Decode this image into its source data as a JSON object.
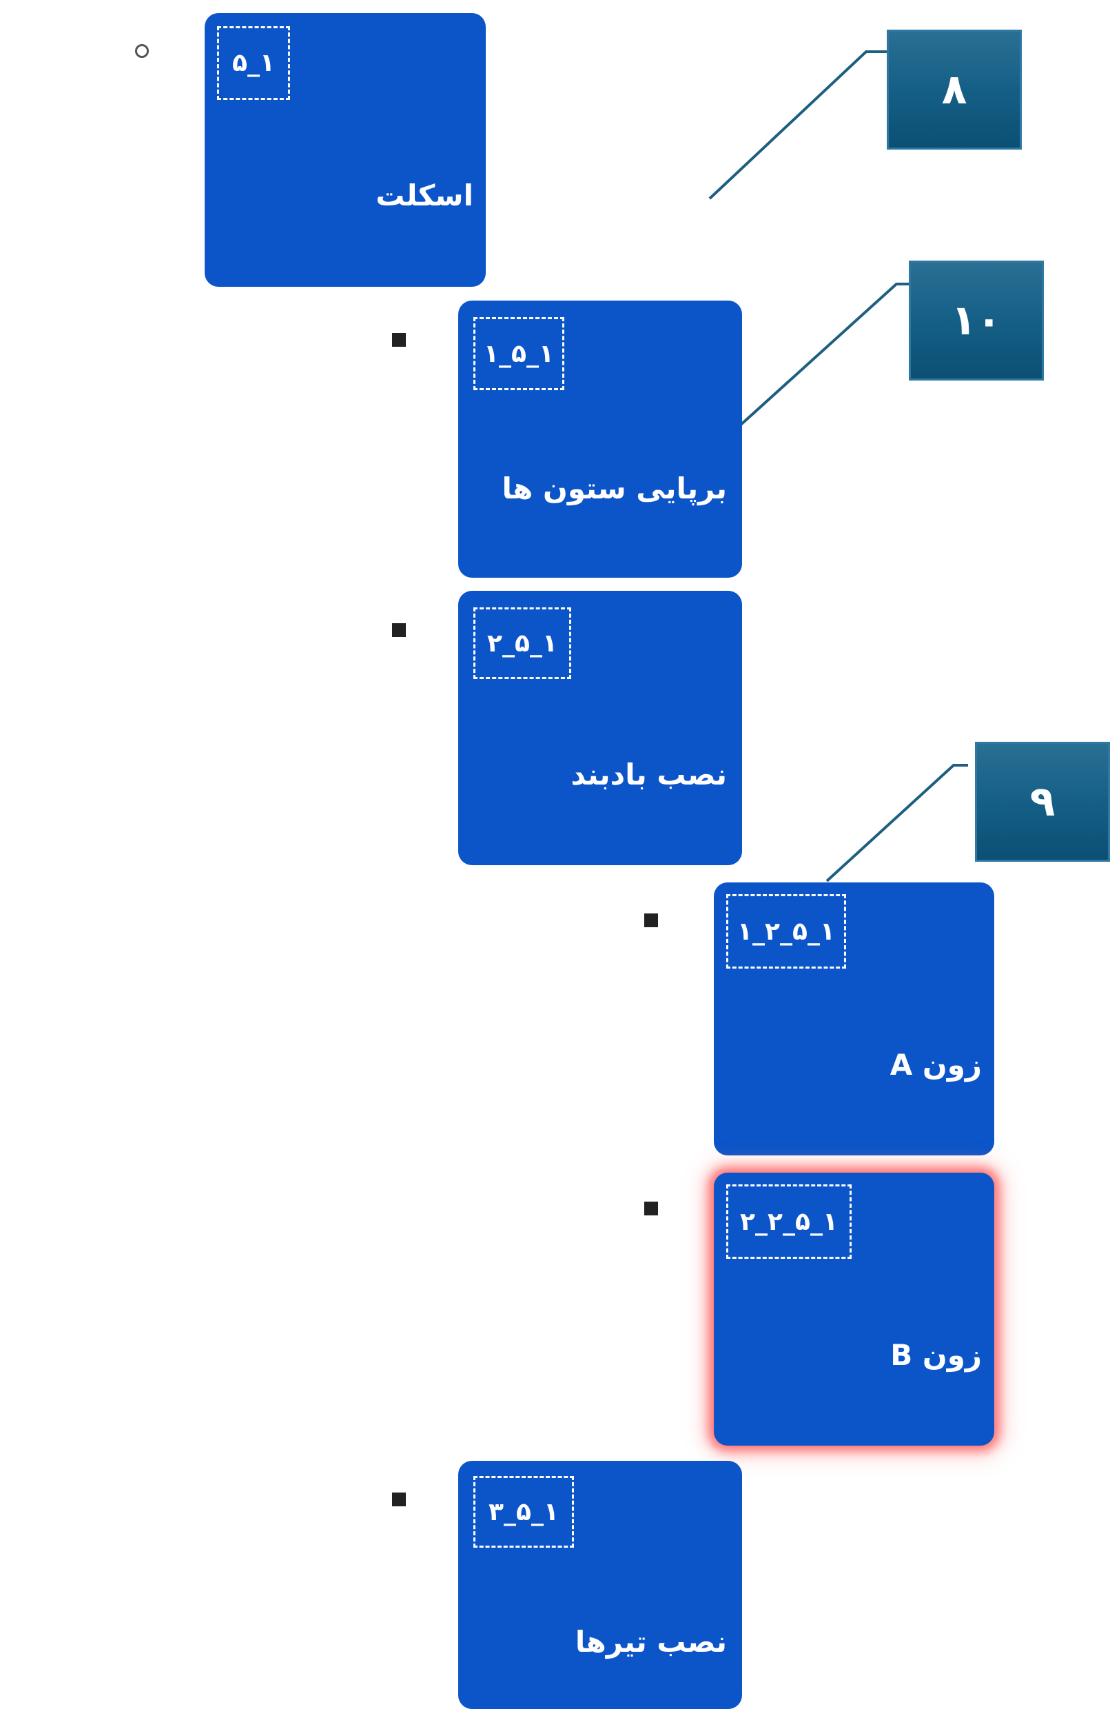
{
  "nodes": [
    {
      "code": "۱_۵",
      "label": "اسکلت"
    },
    {
      "code": "۱_۵_۱",
      "label": "برپایی ستون ها"
    },
    {
      "code": "۱_۵_۲",
      "label": "نصب بادبند"
    },
    {
      "code": "۱_۵_۲_۱",
      "label": "زون A"
    },
    {
      "code": "۱_۵_۲_۲",
      "label": "زون B"
    },
    {
      "code": "۱_۵_۳",
      "label": "نصب تیرها"
    }
  ],
  "callouts": [
    {
      "number": "۸"
    },
    {
      "number": "۱۰"
    },
    {
      "number": "۹"
    }
  ],
  "colors": {
    "node_fill": "#0b55c9",
    "highlight_glow": "#ff4040",
    "callout_fill": "#155f86",
    "leader_line": "#1d5f80"
  }
}
